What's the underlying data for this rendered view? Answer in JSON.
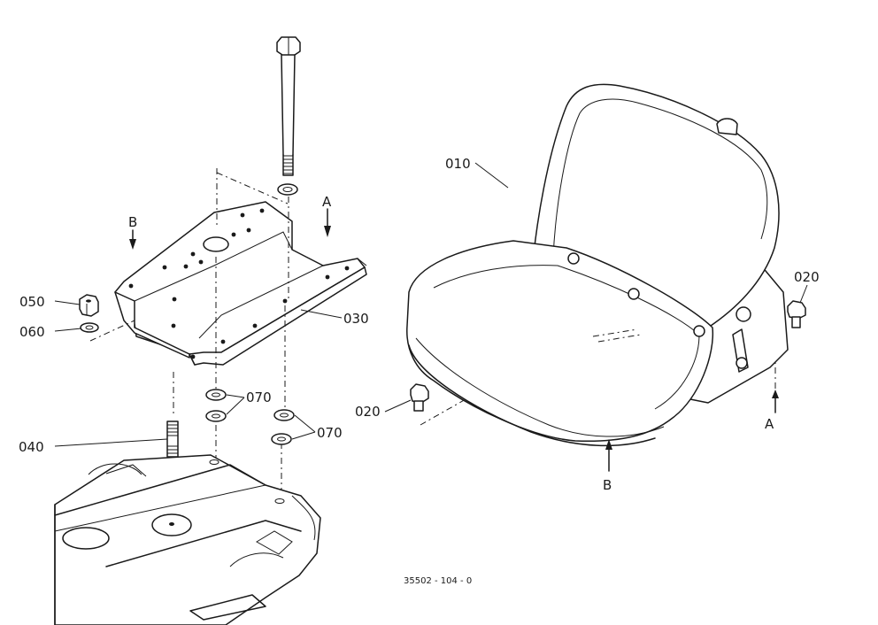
{
  "labels": {
    "p010": "010",
    "p020a": "020",
    "p020b": "020",
    "p030": "030",
    "p040": "040",
    "p050": "050",
    "p060": "060",
    "p070a": "070",
    "p070b": "070",
    "refA1": "A",
    "refA2": "A",
    "refB1": "B",
    "refB2": "B"
  },
  "drawing_number": "35502 - 104 - 0"
}
